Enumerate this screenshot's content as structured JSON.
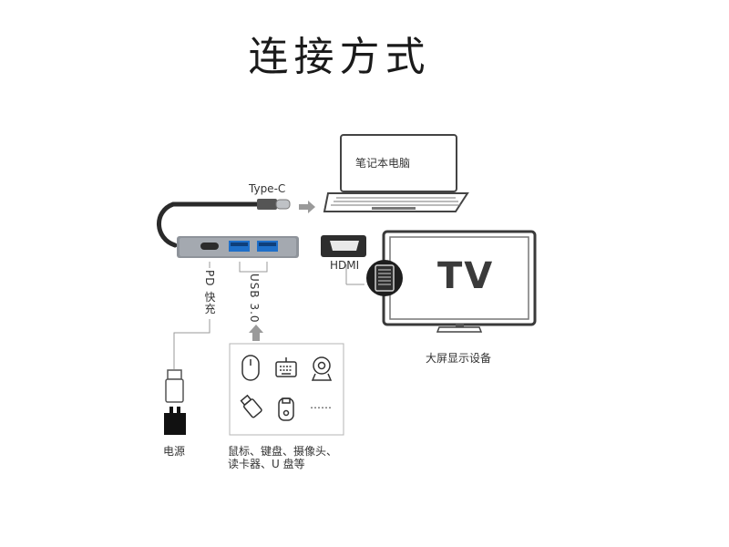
{
  "title": "连接方式",
  "laptop": {
    "label": "笔记本电脑"
  },
  "ports": {
    "typec": "Type-C",
    "hdmi": "HDMI",
    "pd": "PD 快充",
    "usb": "USB 3.0"
  },
  "tv": {
    "screen_text": "TV",
    "caption": "大屏显示设备"
  },
  "power": {
    "label": "电源"
  },
  "peripherals": {
    "more": "……",
    "caption_line1": "鼠标、键盘、摄像头、",
    "caption_line2": "读卡器、U 盘等"
  }
}
